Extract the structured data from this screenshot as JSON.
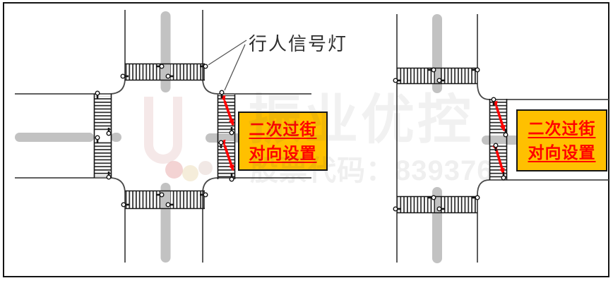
{
  "diagram": {
    "pedestrian_signal_label": "行人信号灯",
    "left_intersection": {
      "description": "four-way intersection with two-stage crosswalks",
      "callout": {
        "line1": "二次过街",
        "line2": "对向设置"
      }
    },
    "right_intersection": {
      "description": "T-intersection with two-stage crosswalk on east leg",
      "callout": {
        "line1": "二次过街",
        "line2": "对向设置"
      }
    }
  },
  "watermark": {
    "brand": "振业优控",
    "stock_code_text": "股票代码：839376"
  },
  "icons": {
    "pedestrian_signal": "small circle with pole (signal head)",
    "two_stage_arrow": "red double-headed diagonal arrow"
  },
  "colors": {
    "callout_bg": "#FFC000",
    "callout_text": "#FF0000",
    "arrow": "#FF0000",
    "road_line": "#4a4a4a",
    "median_gray": "#c2c2c2",
    "crosswalk_stripe": "#262626",
    "frame": "#141414"
  }
}
